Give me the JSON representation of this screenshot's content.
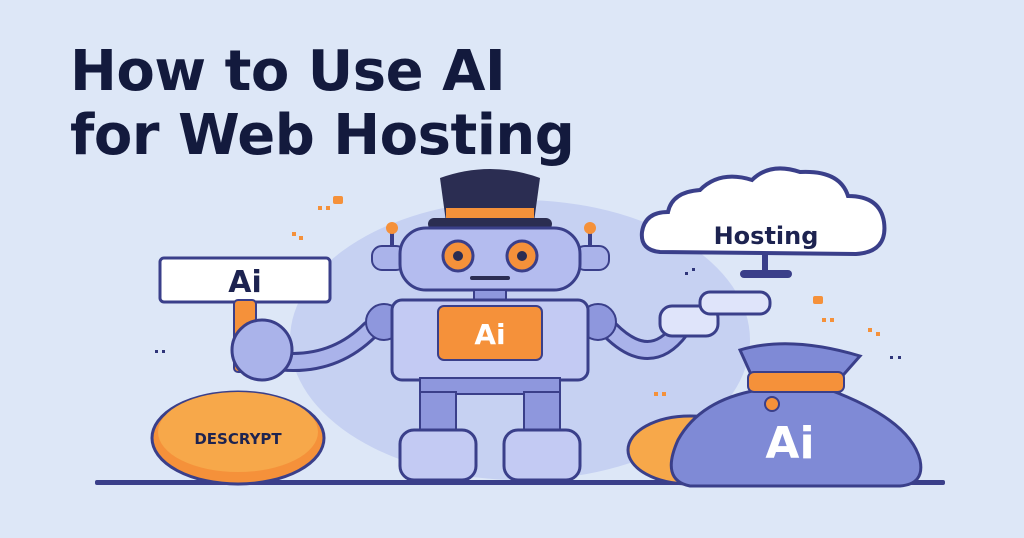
{
  "title": {
    "line1": "How to Use AI",
    "line2": "for Web Hosting"
  },
  "labels": {
    "sign": "Ai",
    "chest": "Ai",
    "cloud": "Hosting",
    "coin": "DESCRYPT",
    "bag": "Ai"
  },
  "colors": {
    "background": "#dde7f7",
    "title": "#131a3d",
    "robot": "#aab3ea",
    "accent_orange": "#f5913a",
    "coin": "#f7a84a",
    "bag": "#7f8ad6"
  }
}
